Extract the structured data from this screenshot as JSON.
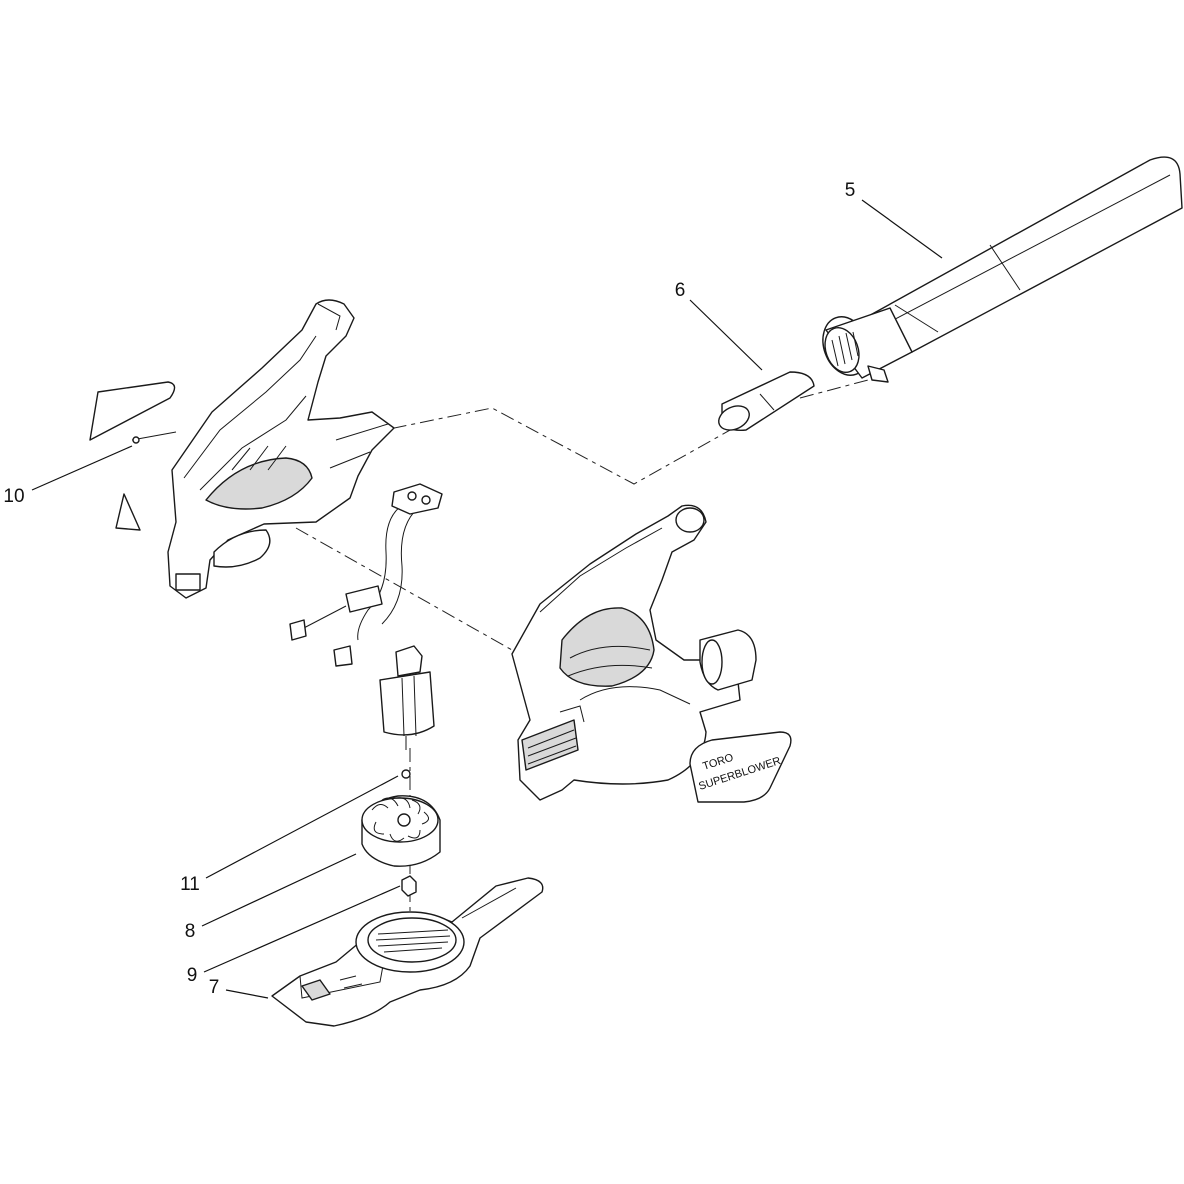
{
  "callouts": {
    "c5": "5",
    "c6": "6",
    "c7": "7",
    "c8": "8",
    "c9": "9",
    "c10": "10",
    "c11": "11"
  },
  "decal": {
    "line1": "TORO",
    "line2": "SUPERBLOWER"
  }
}
